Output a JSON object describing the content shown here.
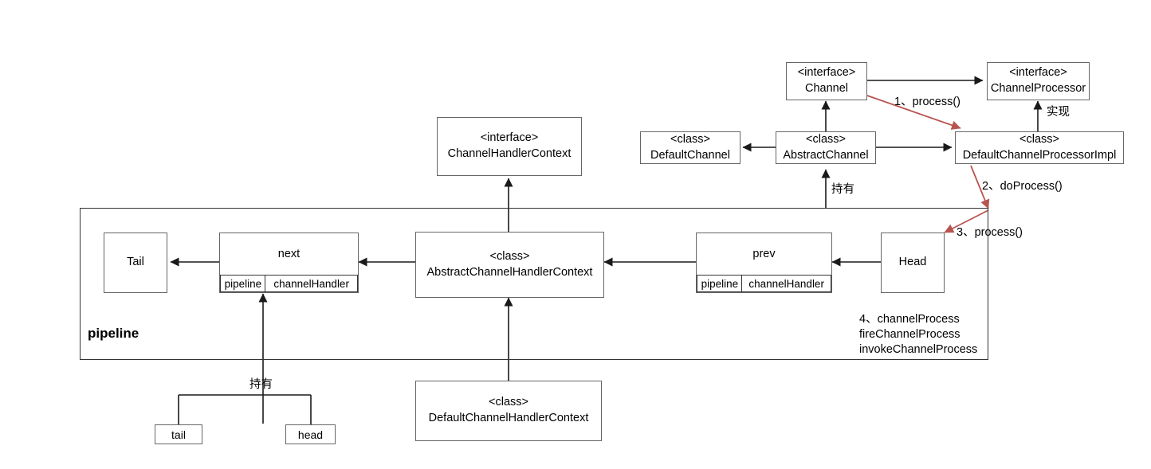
{
  "diagram": {
    "title": "Netty-style Channel Pipeline Class Diagram",
    "colors": {
      "line": "#333333",
      "box_border": "#666666",
      "red_accent": "#b85450",
      "text": "#000000",
      "background": "#ffffff"
    }
  },
  "nodes": {
    "channel": {
      "stereotype": "<interface>",
      "name": "Channel"
    },
    "channel_processor": {
      "stereotype": "<interface>",
      "name": "ChannelProcessor"
    },
    "channel_handler_context": {
      "stereotype": "<interface>",
      "name": "ChannelHandlerContext"
    },
    "default_channel": {
      "stereotype": "<class>",
      "name": "DefaultChannel"
    },
    "abstract_channel": {
      "stereotype": "<class>",
      "name": "AbstractChannel"
    },
    "default_channel_processor_impl": {
      "stereotype": "<class>",
      "name": "DefaultChannelProcessorImpl"
    },
    "abstract_channel_handler_context": {
      "stereotype": "<class>",
      "name": "AbstractChannelHandlerContext"
    },
    "default_channel_handler_context": {
      "stereotype": "<class>",
      "name": "DefaultChannelHandlerContext"
    },
    "tail": {
      "name": "Tail"
    },
    "head": {
      "name": "Head"
    },
    "next": {
      "name": "next",
      "fields": [
        "pipeline",
        "channelHandler"
      ]
    },
    "prev": {
      "name": "prev",
      "fields": [
        "pipeline",
        "channelHandler"
      ]
    },
    "tail_field": {
      "name": "tail"
    },
    "head_field": {
      "name": "head"
    }
  },
  "container": {
    "pipeline_label": "pipeline"
  },
  "labels": {
    "step1": "1、process()",
    "step2": "2、doProcess()",
    "step3": "3、process()",
    "step4_line1": "4、channelProcess",
    "step4_line2": "fireChannelProcess",
    "step4_line3": "invokeChannelProcess",
    "implements": "实现",
    "holds_channel": "持有",
    "holds_pipeline": "持有"
  }
}
